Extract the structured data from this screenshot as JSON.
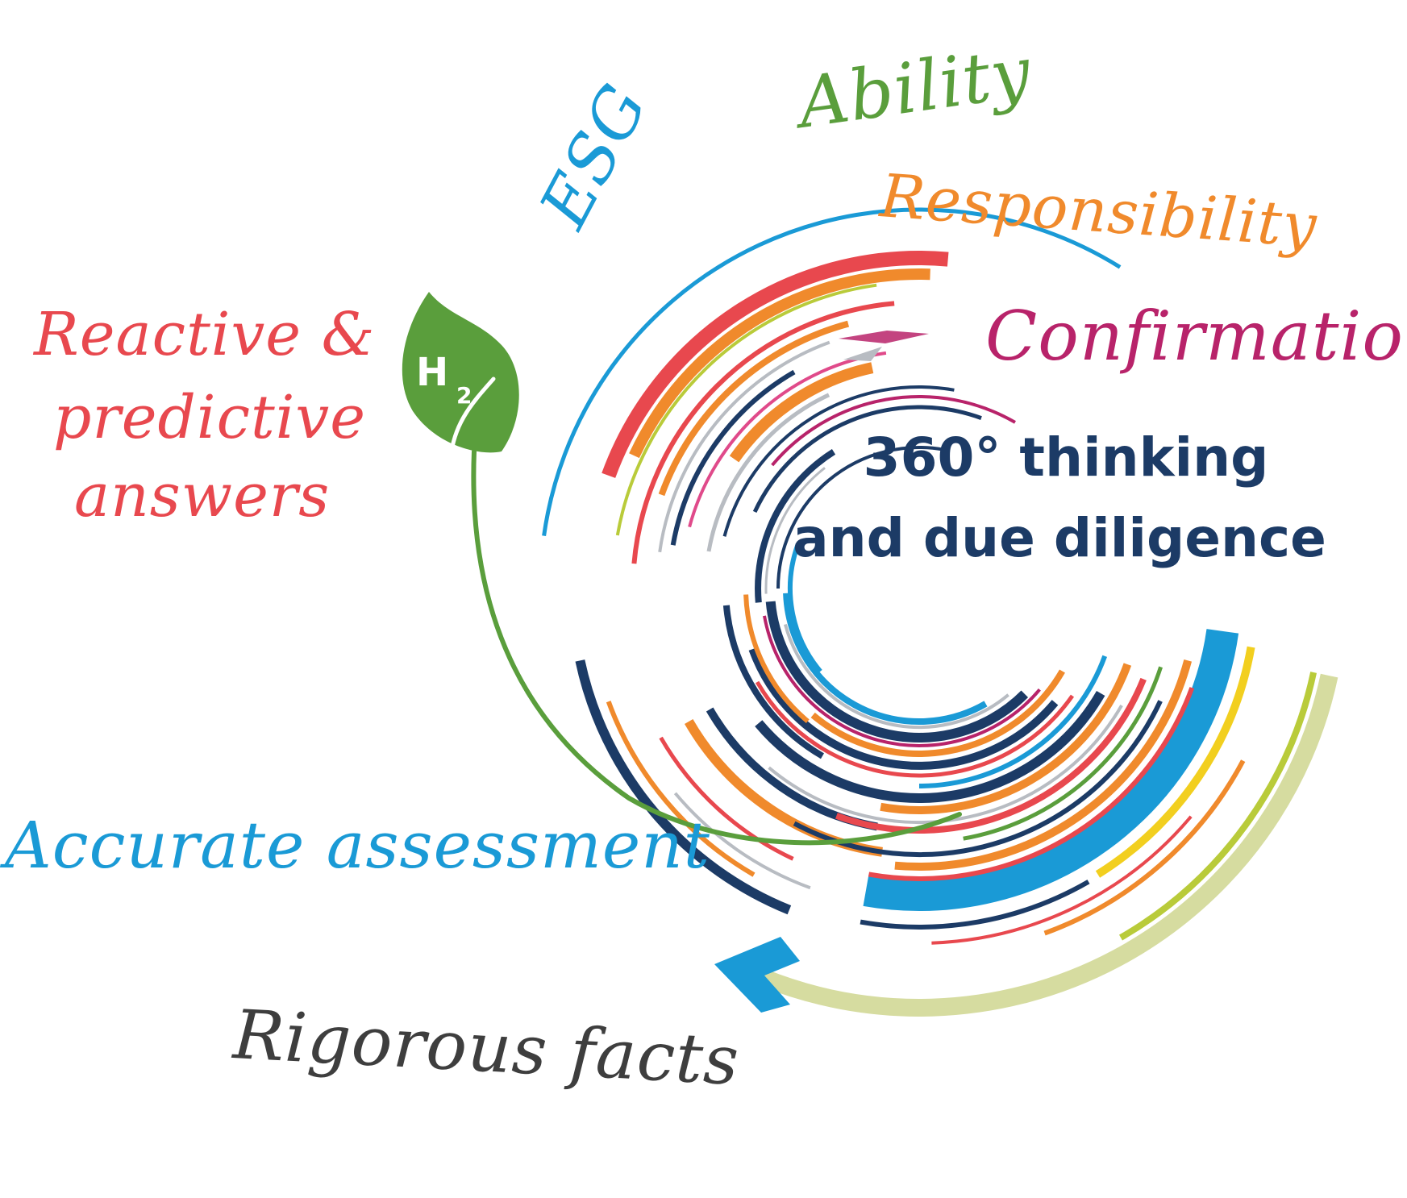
{
  "colors": {
    "red": "#e8484e",
    "orange": "#f08a2c",
    "green": "#5a9e3c",
    "blue": "#1a9ad6",
    "navy": "#1c3b66",
    "magenta": "#b8236a",
    "dark_gray": "#3e3e3e",
    "yellow": "#f2cf1f",
    "lime": "#b9cb3a",
    "pale_olive": "#d6dca0",
    "light_gray": "#b8bcc2",
    "pink": "#e04a8a"
  },
  "labels": {
    "reactive_line1": "Reactive &",
    "reactive_line2": "predictive",
    "reactive_line3": "answers",
    "esg": "ESG",
    "ability": "Ability",
    "responsibility": "Responsibility",
    "confirmation": "Confirmation",
    "center_line1": "360° thinking",
    "center_line2": "and due diligence",
    "accurate": "Accurate assessment",
    "rigorous": "Rigorous facts"
  },
  "leaf": {
    "symbol": "H",
    "subscript": "2"
  }
}
